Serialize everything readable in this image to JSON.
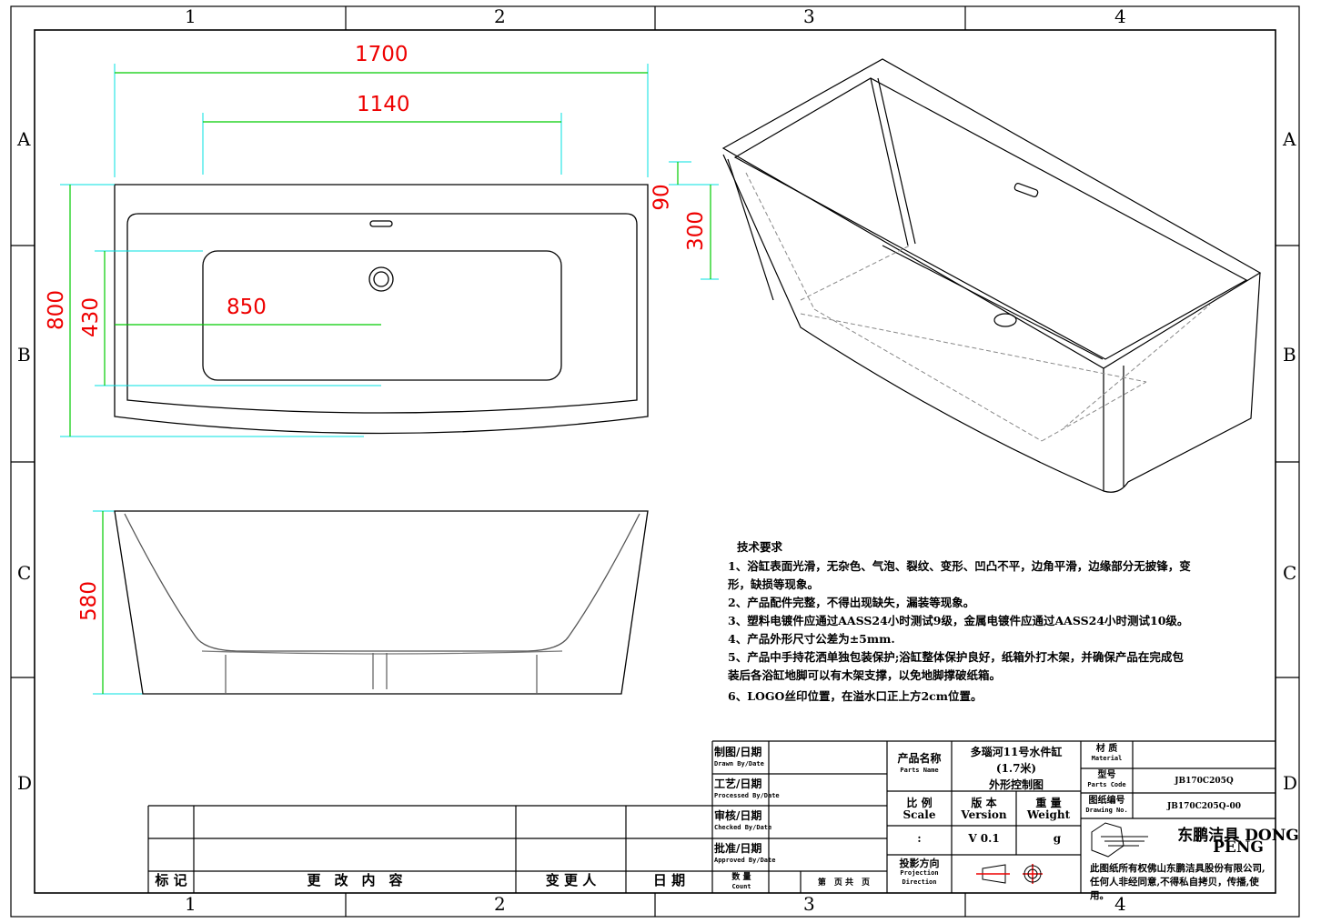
{
  "frame": {
    "columns": [
      "1",
      "2",
      "3",
      "4"
    ],
    "rows": [
      "A",
      "B",
      "C",
      "D"
    ]
  },
  "dimensions": {
    "overall_length": "1700",
    "basin_length": "1140",
    "drain_offset": "850",
    "overall_width": "800",
    "basin_width": "430",
    "rim_to_overflow": "90",
    "overflow_to_drain": "300",
    "height": "580"
  },
  "requirements": {
    "title": "技术要求",
    "lines": [
      "1、浴缸表面光滑，无杂色、气泡、裂纹、变形、凹凸不平，边角平滑，边缘部分无披锋，变",
      "形，缺损等现象。",
      "2、产品配件完整，不得出现缺失，漏装等现象。",
      "3、塑料电镀件应通过AASS24小时测试9级，金属电镀件应通过AASS24小时测试10级。",
      "4、产品外形尺寸公差为±5mm.",
      "5、产品中手持花洒单独包装保护;浴缸整体保护良好，纸箱外打木架，并确保产品在完成包",
      "装后各浴缸地脚可以有木架支撑，以免地脚撑破纸箱。",
      "6、LOGO丝印位置，在溢水口正上方2cm位置。"
    ]
  },
  "revision_block": {
    "mark": "标 记",
    "content": "更　改　内　容",
    "changed_by": "变 更 人",
    "date": "日 期"
  },
  "title_block": {
    "drawn": {
      "cn": "制图/日期",
      "en": "Drawn By/Date"
    },
    "processed": {
      "cn": "工艺/日期",
      "en": "Processed By/Date"
    },
    "checked": {
      "cn": "审核/日期",
      "en": "Checked By/Date"
    },
    "approved": {
      "cn": "批准/日期",
      "en": "Approved By/Date"
    },
    "count": {
      "cn": "数 量",
      "en": "Count"
    },
    "page": "第　页 共　页",
    "parts_name": {
      "cn": "产品名称",
      "en": "Parts Name",
      "value1": "多瑙河11号水件缸",
      "value2": "(1.7米)",
      "value3": "外形控制图"
    },
    "scale": {
      "cn": "比 例",
      "en": "Scale",
      "value": ":"
    },
    "version": {
      "cn": "版 本",
      "en": "Version",
      "value": "V 0.1"
    },
    "weight": {
      "cn": "重 量",
      "en": "Weight",
      "value": "g"
    },
    "projection": {
      "cn": "投影方向",
      "en1": "Projection",
      "en2": "Direction"
    },
    "material": {
      "cn": "材 质",
      "en": "Material",
      "value": ""
    },
    "parts_code": {
      "cn": "型号",
      "en": "Parts Code",
      "value": "JB170C205Q"
    },
    "drawing_no": {
      "cn": "图纸编号",
      "en": "Drawing No.",
      "value": "JB170C205Q-00"
    },
    "company_logo": "东鹏洁具 DONG PENG",
    "copyright": [
      "此图纸所有权佛山东鹏洁具股份有限公司,",
      "任何人非经同意,不得私自拷贝，传播,使",
      "用。"
    ]
  },
  "colors": {
    "dimension_line": "#00cc00",
    "dimension_text": "#e00000",
    "extension": "#00e0e0"
  }
}
